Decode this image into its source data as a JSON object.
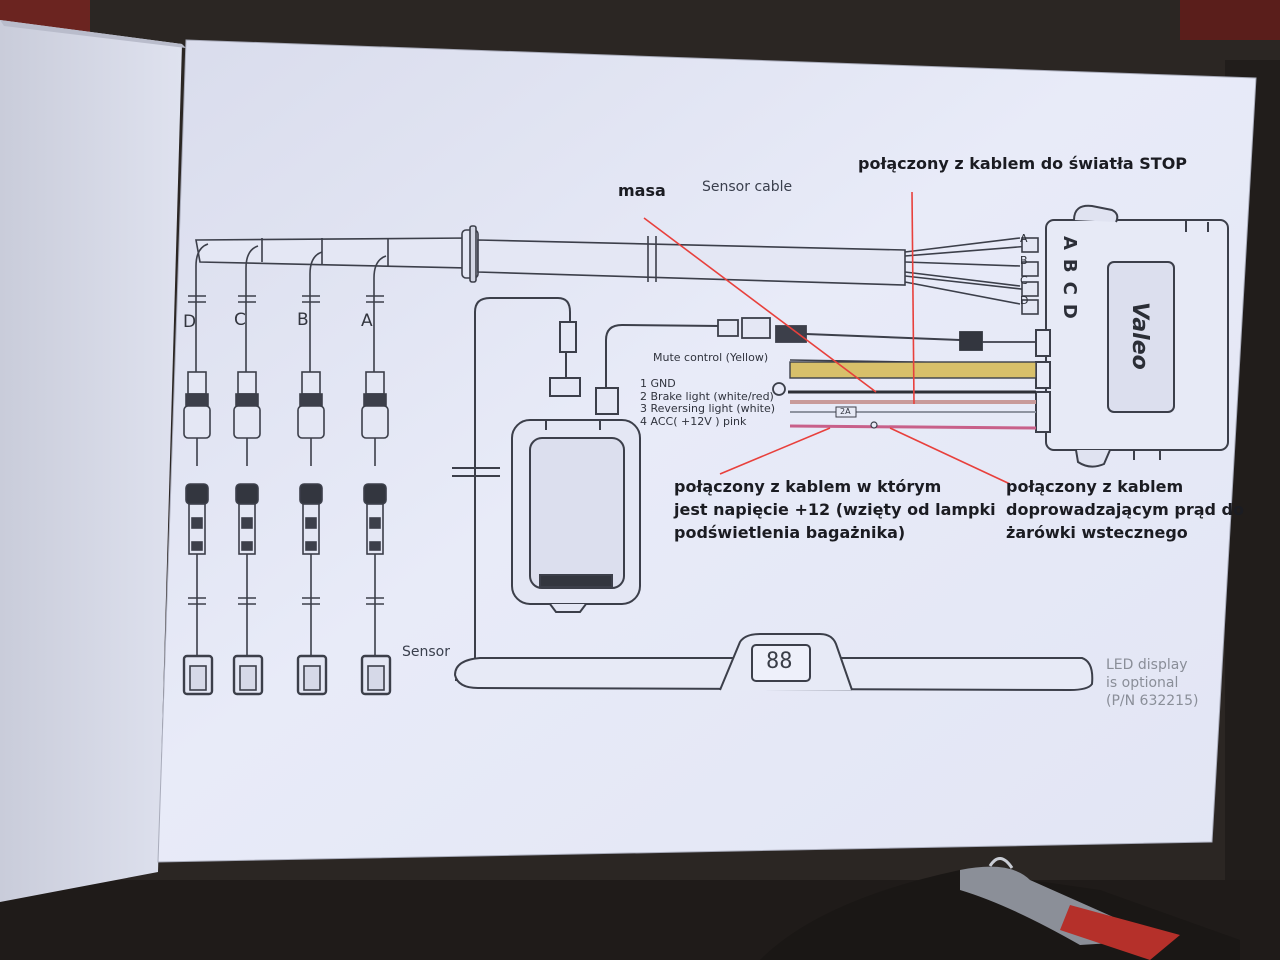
{
  "diagram": {
    "brand": "Valeo",
    "sensor_cable_label": "Sensor cable",
    "sensor_label": "Sensor",
    "sensor_letters": [
      "D",
      "C",
      "B",
      "A"
    ],
    "connector_letters": [
      "A",
      "B",
      "C",
      "D"
    ],
    "port_letters": "ABCD",
    "mute_control_label": "Mute control (Yellow)",
    "wire_list": [
      "1  GND",
      "2  Brake light (white/red)",
      "3  Reversing light (white)",
      "4  ACC( +12V ) pink"
    ],
    "fuse_label": "2A",
    "display_digits": "88",
    "led_note": [
      "LED display",
      "is optional",
      "(P/N 632215)"
    ]
  },
  "annotations": {
    "masa": "masa",
    "stop": "połączony z kablem do światła STOP",
    "plus12": [
      "połączony z kablem w którym",
      "jest napięcie +12 (wzięty od lampki",
      "podświetlenia bagażnika)"
    ],
    "reverse": [
      "połączony z kablem",
      "doprowadzającym prąd do",
      "żarówki wstecznego"
    ]
  },
  "colors": {
    "paper": "#e6e9f7",
    "line": "#3c3f4a",
    "annotation_line": "#e8403c",
    "mute_wire": "#d8c06a",
    "brake_wire": "#c89a9a",
    "acc_wire": "#c8608a"
  }
}
